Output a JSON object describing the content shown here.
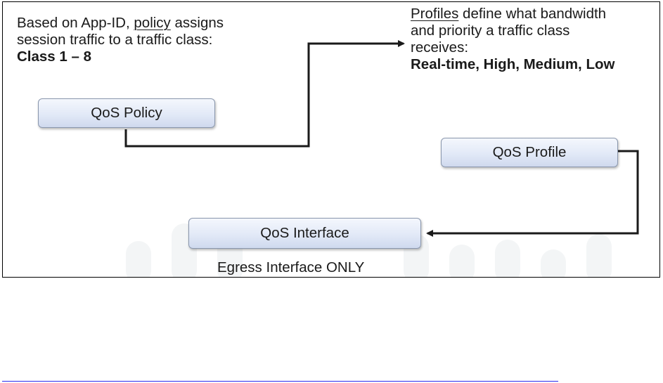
{
  "policy_note": {
    "prefix": "Based on App-ID, ",
    "keyword": "policy",
    "suffix": " assigns",
    "line2": "session traffic to a traffic class:",
    "line3": "Class 1 – 8"
  },
  "profile_note": {
    "keyword": "Profiles",
    "suffix": " define what bandwidth",
    "line2": "and priority a traffic class",
    "line3": "receives:",
    "line4": "Real-time, High, Medium, Low"
  },
  "boxes": {
    "policy": "QoS Policy",
    "profile": "QoS Profile",
    "interface": "QoS Interface"
  },
  "interface_note": "Egress Interface ONLY",
  "colors": {
    "box_border": "#8a97ad",
    "box_fill_top": "#f4f7fd",
    "box_fill_bottom": "#cfd9ee",
    "connector": "#1a1a1a",
    "link_underline": "#2a2aee"
  }
}
